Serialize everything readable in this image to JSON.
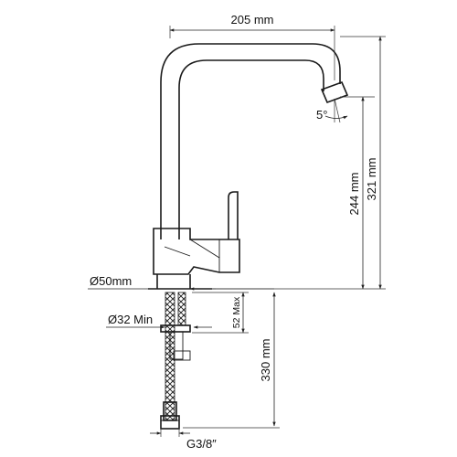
{
  "dimensions": {
    "spout_reach": "205 mm",
    "spout_height": "244 mm",
    "total_height": "321 mm",
    "spout_angle": "5°",
    "base_diameter": "Ø50mm",
    "hole_diameter": "Ø32 Min",
    "deck_thickness": "52 Max",
    "hose_length": "330 mm",
    "connection_thread": "G3/8″"
  }
}
